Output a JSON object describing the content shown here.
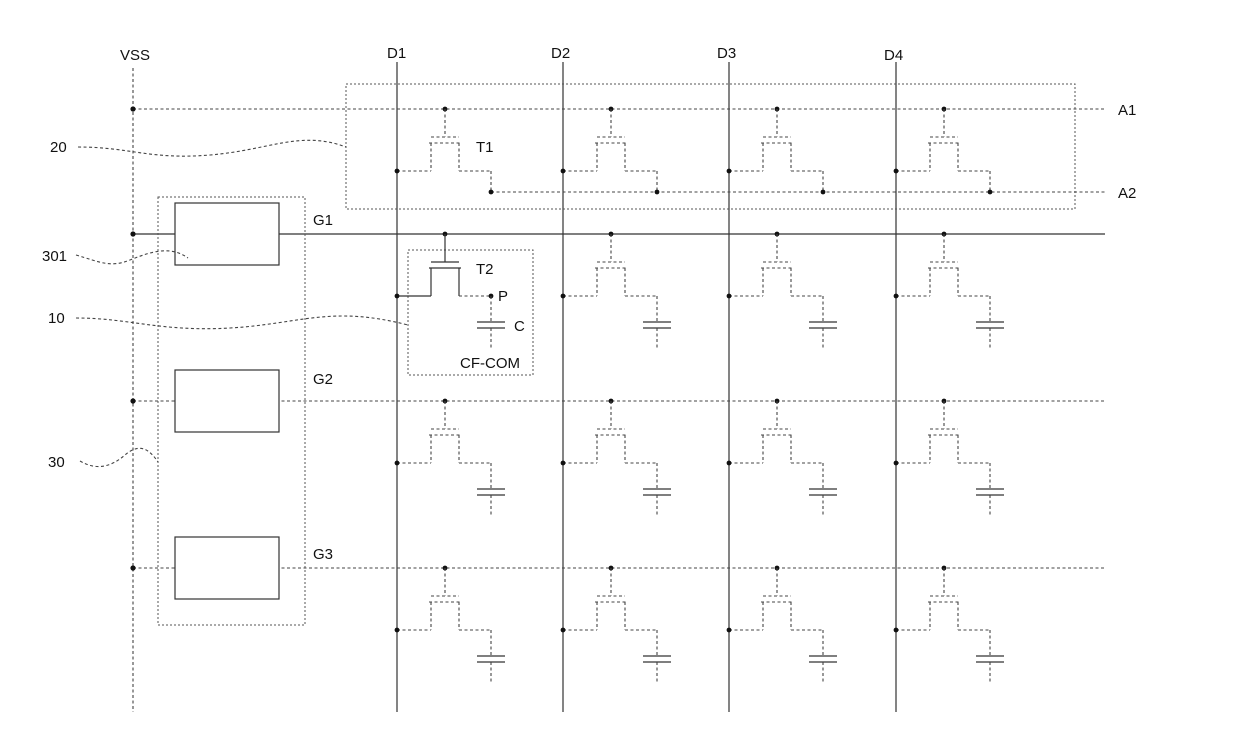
{
  "labels": {
    "vss": "VSS",
    "data_lines": [
      "D1",
      "D2",
      "D3",
      "D4"
    ],
    "aux_lines": [
      "A1",
      "A2"
    ],
    "gate_lines": [
      "G1",
      "G2",
      "G3"
    ],
    "ref_20": "20",
    "ref_301": "301",
    "ref_10": "10",
    "ref_30": "30",
    "t1": "T1",
    "t2": "T2",
    "p": "P",
    "c": "C",
    "cf_com": "CF-COM"
  },
  "colors": {
    "line": "#333333",
    "text": "#111111",
    "background": "#ffffff"
  }
}
